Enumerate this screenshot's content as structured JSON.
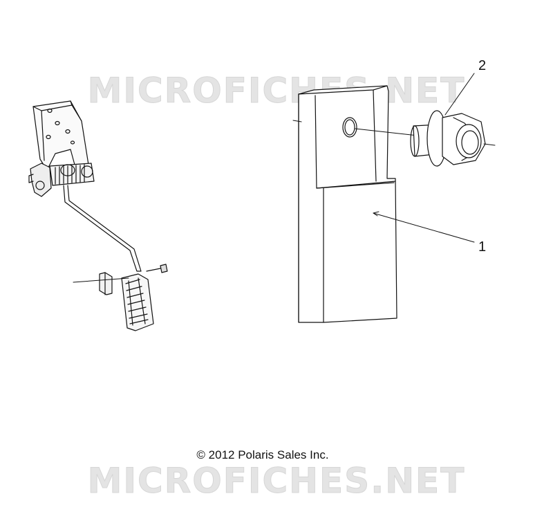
{
  "watermark": {
    "text": "MICROFICHES.NET"
  },
  "callouts": {
    "bracket": "1",
    "flange_nut": "2"
  },
  "footer": {
    "copyright": "© 2012 Polaris Sales Inc."
  },
  "colors": {
    "line": "#111111",
    "watermark": "#e4e4e4"
  }
}
